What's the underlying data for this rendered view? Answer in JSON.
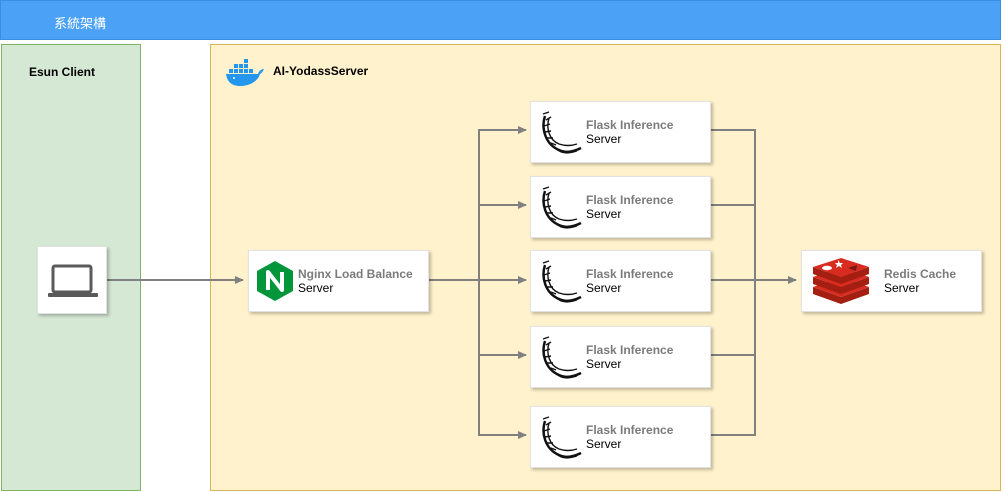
{
  "title": "系統架構",
  "client": {
    "label": "Esun Client"
  },
  "server": {
    "label": "AI-YodassServer"
  },
  "nginx": {
    "line1": "Nginx Load Balance",
    "line2": "Server"
  },
  "flask": [
    {
      "line1": "Flask Inference",
      "line2": "Server"
    },
    {
      "line1": "Flask Inference",
      "line2": "Server"
    },
    {
      "line1": "Flask Inference",
      "line2": "Server"
    },
    {
      "line1": "Flask Inference",
      "line2": "Server"
    },
    {
      "line1": "Flask Inference",
      "line2": "Server"
    }
  ],
  "redis": {
    "line1": "Redis Cache",
    "line2": "Server"
  },
  "colors": {
    "header": "#4aa1f5",
    "client_bg": "#d5e8d4",
    "server_bg": "#fff2cc",
    "nginx": "#009639",
    "redis": "#d82c20",
    "docker": "#2496ed",
    "connector": "#808080"
  }
}
